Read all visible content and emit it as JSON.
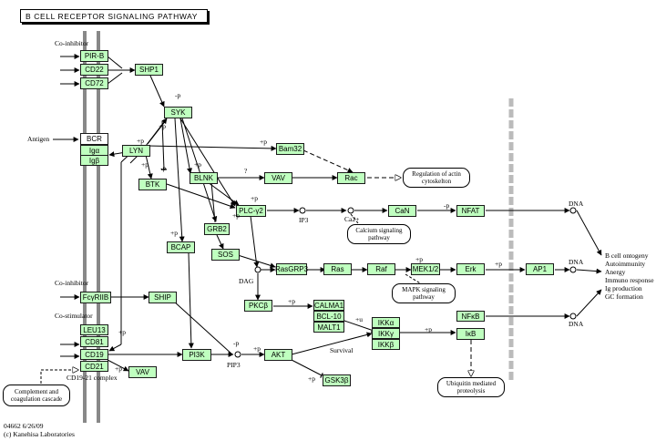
{
  "title": "B CELL RECEPTOR SIGNALING PATHWAY",
  "colors": {
    "gene": "#bfffbf",
    "membrane": "#888888",
    "nucleus": "#bbbbbb"
  },
  "footer": {
    "line1": "04662 6/26/09",
    "line2": "(c) Kanehisa Laboratories"
  },
  "nodes": {
    "pirb": "PIR-B",
    "cd22": "CD22",
    "cd72": "CD72",
    "shp1": "SHP1",
    "syk": "SYK",
    "bcr": "BCR",
    "iga": "Igα",
    "igb": "Igβ",
    "lyn": "LYN",
    "btk": "BTK",
    "blnk": "BLNK",
    "vav1": "VAV",
    "bam32": "Bam32",
    "rac": "Rac",
    "plcg2": "PLC-γ2",
    "can": "CaN",
    "nfat": "NFAT",
    "grb2": "GRB2",
    "bcap": "BCAP",
    "sos": "SOS",
    "rasgrp3": "RasGRP3",
    "ras": "Ras",
    "raf": "Raf",
    "mek": "MEK1/2",
    "erk": "Erk",
    "ap1": "AP1",
    "fcgr": "FcγRIIB",
    "ship": "SHIP",
    "pkcb": "PKCβ",
    "calma1": "CALMA1",
    "bcl10": "BCL-10",
    "malt1": "MALT1",
    "ikka": "IKKα",
    "ikkg": "IKKγ",
    "ikkb": "IKKβ",
    "nfkb": "NFκB",
    "ikb": "IκB",
    "leu13": "LEU13",
    "cd81": "CD81",
    "cd19": "CD19",
    "cd21": "CD21",
    "pi3k": "PI3K",
    "vav2": "VAV",
    "akt": "AKT",
    "gsk3b": "GSK3β"
  },
  "outcomes": {
    "actin": [
      "Regulation of actin",
      "cytoskelton"
    ],
    "calcium": [
      "Calcium signaling",
      "pathway"
    ],
    "mapk": [
      "MAPK signaling",
      "pathway"
    ],
    "ubiq": [
      "Ubiquitin mediated",
      "proteolysis"
    ],
    "complement": [
      "Complement and",
      "coagulation cascade"
    ]
  },
  "labels": {
    "coinhibitor1": "Co-inhibitor",
    "antigen": "Antigen",
    "coinhibitor2": "Co-inhibitor",
    "costimulator": "Co-stimulator",
    "complex": "CD19-21 complex",
    "ip3": "IP3",
    "ca": "Ca2+",
    "dag": "DAG",
    "pip3": "PIP3",
    "survival": "Survival",
    "dna1": "DNA",
    "dna2": "DNA",
    "dna3": "DNA",
    "responses": [
      "B cell ontogeny",
      "Autoimmunity",
      "Anergy",
      "Immuno response",
      "Ig production",
      "GC formation"
    ],
    "plusp": "+p",
    "minusp": "-p",
    "plusu": "+u",
    "question": "?"
  }
}
